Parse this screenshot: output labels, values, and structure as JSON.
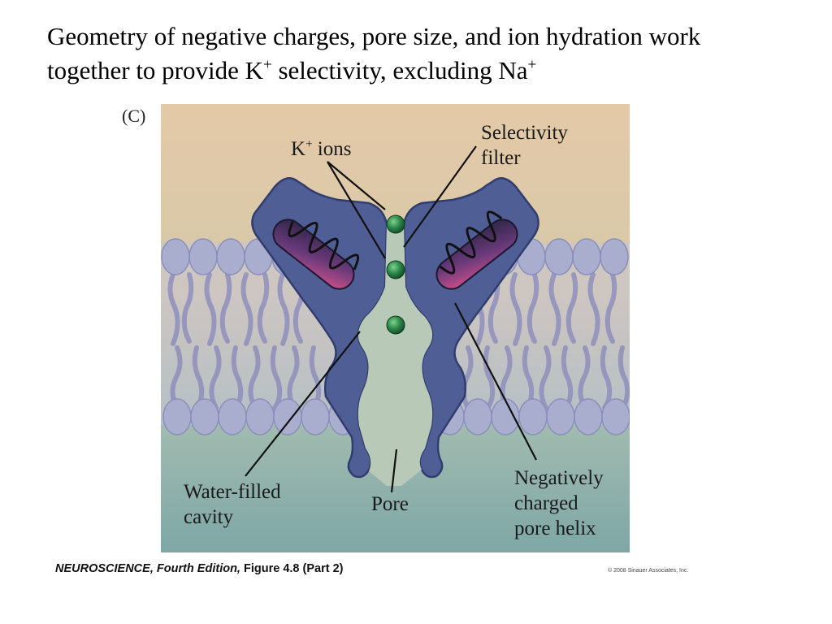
{
  "title": {
    "line1": "Geometry of negative charges, pore size, and ion hydration work",
    "line2_pre": "together to provide K",
    "line2_sup1": "+",
    "line2_mid": " selectivity, excluding Na",
    "line2_sup2": "+"
  },
  "figure": {
    "panel_label": "(C)",
    "labels": {
      "k_ions_pre": "K",
      "k_ions_sup": "+",
      "k_ions_post": " ions",
      "selectivity_line1": "Selectivity",
      "selectivity_line2": "filter",
      "water_line1": "Water-filled",
      "water_line2": "cavity",
      "pore": "Pore",
      "helix_line1": "Negatively",
      "helix_line2": "charged",
      "helix_line3": "pore helix"
    },
    "colors": {
      "bg_top": "#e4c9a7",
      "bg_bottom": "#7ea7a6",
      "membrane_heads": "#a9adce",
      "channel_protein": "#4f5f96",
      "ion_green": "#2d8a4a",
      "helix_pink": "#c0407a",
      "helix_dark": "#2a2444"
    }
  },
  "credit": {
    "book": "NEUROSCIENCE, Fourth Edition,",
    "figure": " Figure 4.8 (Part 2)"
  },
  "copyright": "© 2008 Sinauer Associates, Inc."
}
